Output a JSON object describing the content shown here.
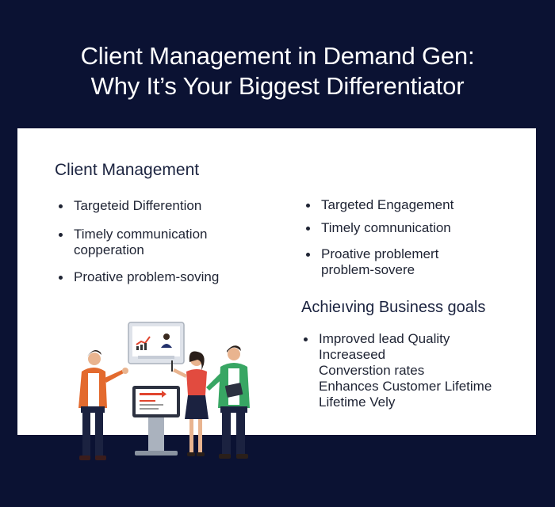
{
  "title": {
    "line1": "Client Management in Demand Gen:",
    "line2": "Why It’s Your Biggest Differentiator"
  },
  "left": {
    "heading": "Client Management",
    "items": [
      "Targeteid Differention",
      "Timely communication copperation",
      "Proative problem-soving"
    ]
  },
  "right": {
    "items": [
      "Targeted Engagement",
      "Timely comnunication",
      "Proative problemert problem-sovere"
    ],
    "goals_heading": "Achieıving Business goals",
    "goals_bullet": "Improved lead Quality",
    "goals_lines": [
      "Increaseed",
      "Converstion rates",
      "Enhances Customer Lifetime",
      "Lifetime Vely"
    ]
  },
  "colors": {
    "background": "#0b1233",
    "panel": "#ffffff",
    "heading_text": "#1c2440",
    "person_orange": "#e36a2e",
    "person_red": "#e24b3f",
    "person_green": "#38a663",
    "chart_red": "#e0452f"
  }
}
